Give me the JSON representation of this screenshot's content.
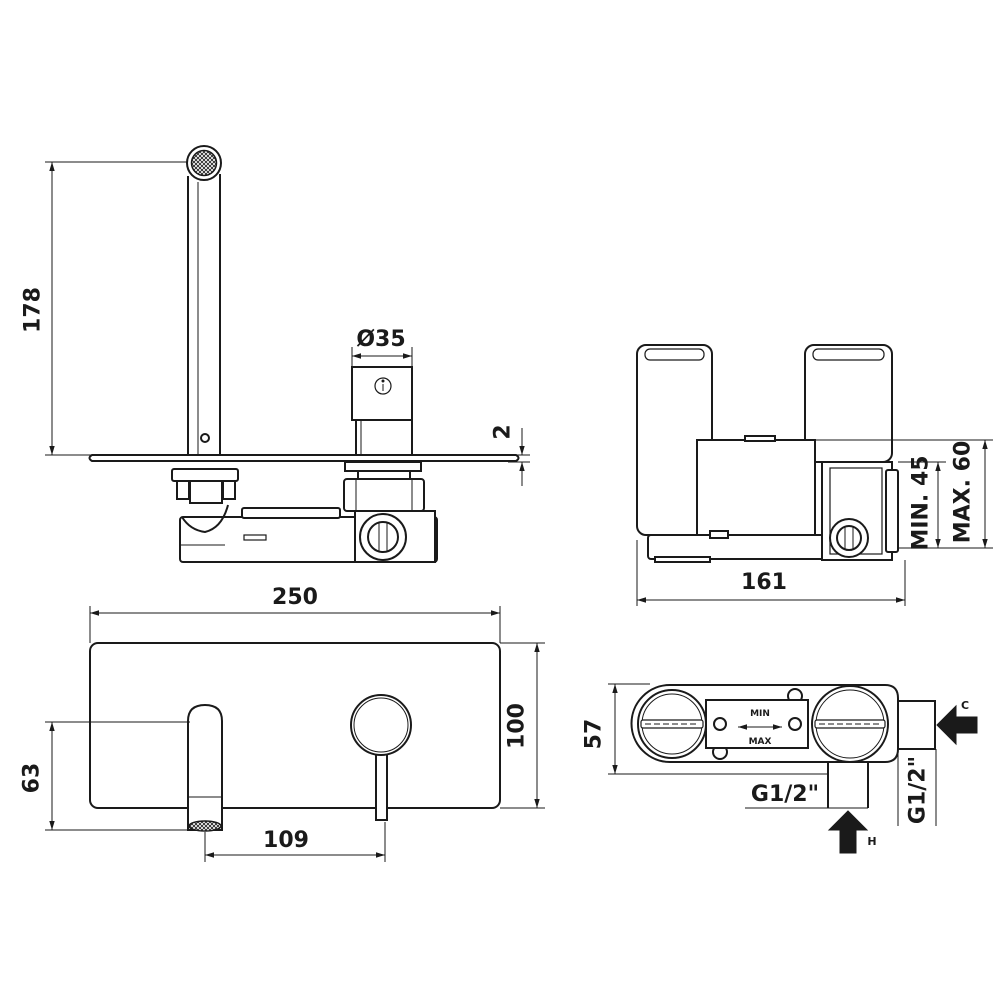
{
  "dimensions": {
    "spout_height": "178",
    "handle_diameter": "Ø35",
    "plate_thickness": "2",
    "min_depth": "MIN. 45",
    "max_depth": "MAX. 60",
    "body_width": "161",
    "plate_width": "250",
    "plate_height": "100",
    "spout_outlet_height": "63",
    "spout_to_handle": "109",
    "body_depth": "57",
    "connection_bottom": "G1/2\"",
    "connection_side": "G1/2\""
  },
  "labels": {
    "cold_inlet": "C",
    "hot_inlet": "H",
    "min_mark": "MIN",
    "max_mark": "MAX"
  },
  "colors": {
    "stroke": "#1a1a1a",
    "background": "#ffffff"
  }
}
